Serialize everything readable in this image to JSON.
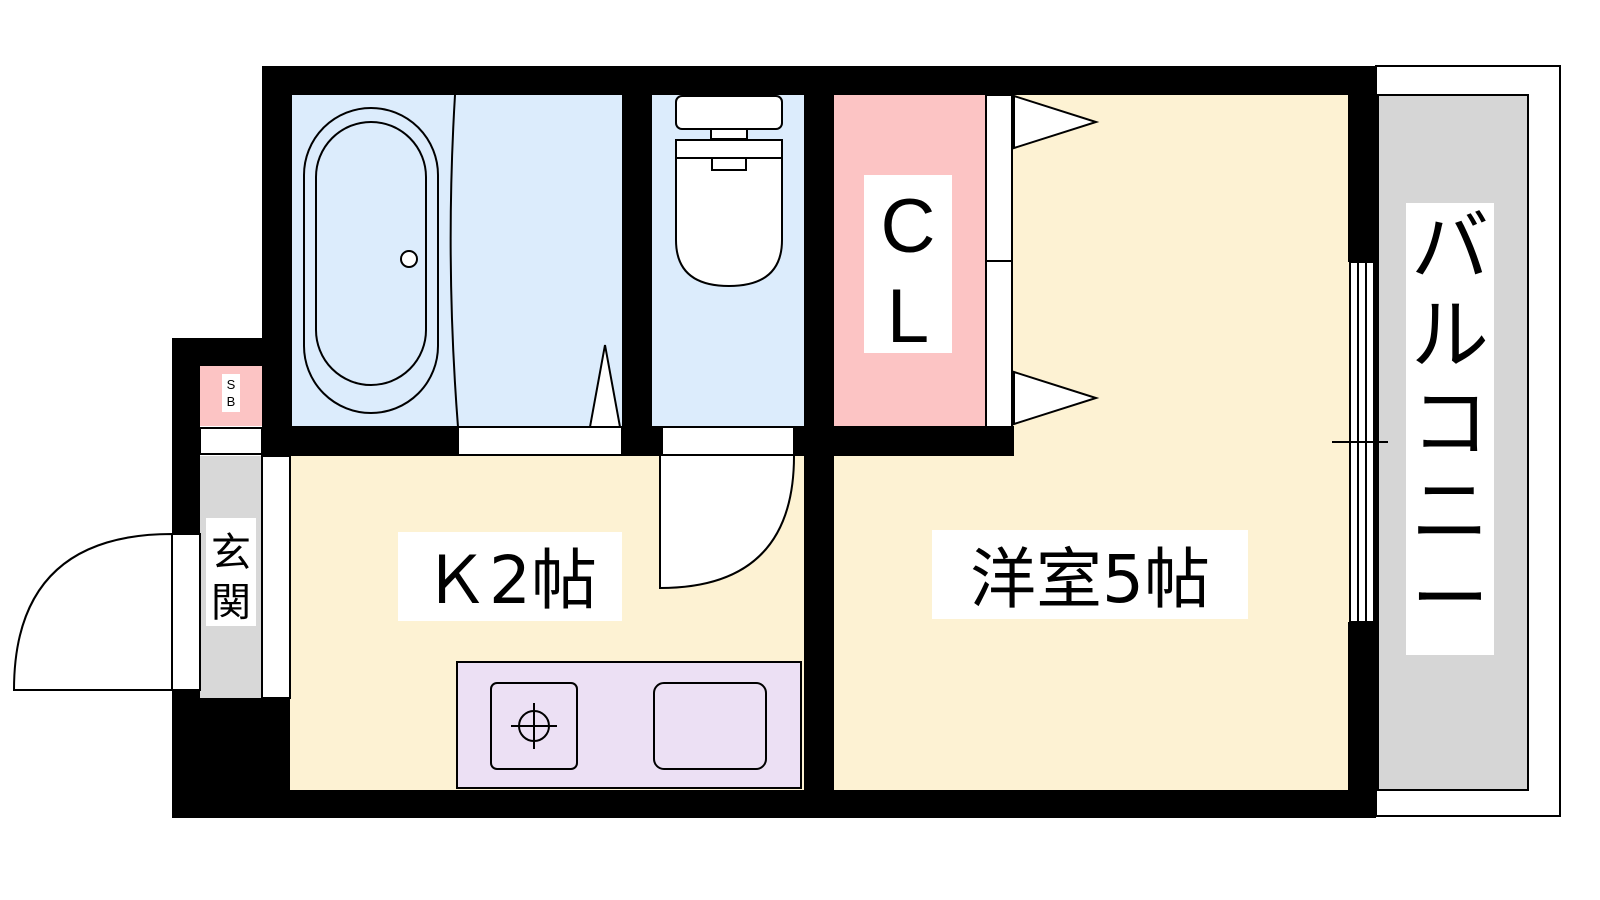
{
  "rooms": {
    "kitchen": {
      "label": "Ｋ2帖"
    },
    "western_room": {
      "label": "洋室5帖"
    },
    "closet": {
      "label_line1": "C",
      "label_line2": "L"
    },
    "entrance": {
      "label_line1": "玄",
      "label_line2": "関"
    },
    "shoe_box": {
      "label_line1": "S",
      "label_line2": "B"
    },
    "balcony": {
      "label_chars": [
        "バ",
        "ル",
        "コ",
        "ニ",
        "ー"
      ]
    }
  },
  "colors": {
    "wall": "#000000",
    "wet_area": "#dcecfc",
    "living_floor": "#fdf2d3",
    "closet": "#fcc4c4",
    "kitchen_counter": "#ece0f4",
    "balcony": "#d6d6d6",
    "entrance_floor": "#d8d8d8"
  }
}
